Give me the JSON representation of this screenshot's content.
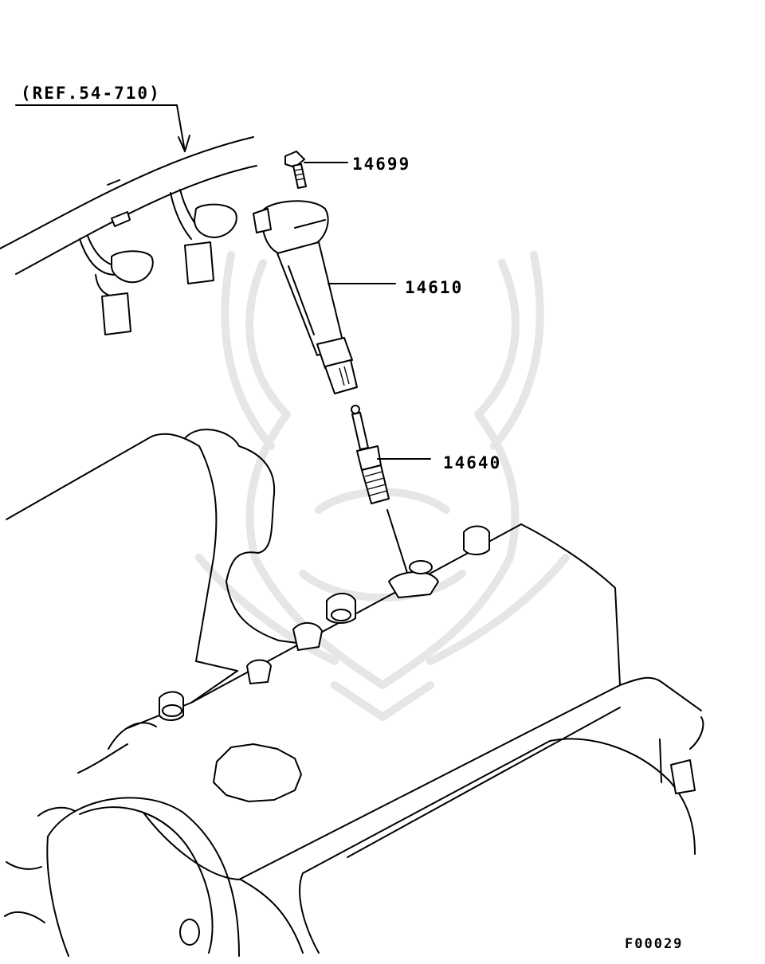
{
  "reference_label": "(REF.54-710)",
  "callouts": {
    "bolt": "14699",
    "ignition_coil": "14610",
    "spark_plug": "14640"
  },
  "figure_code": "F00029"
}
